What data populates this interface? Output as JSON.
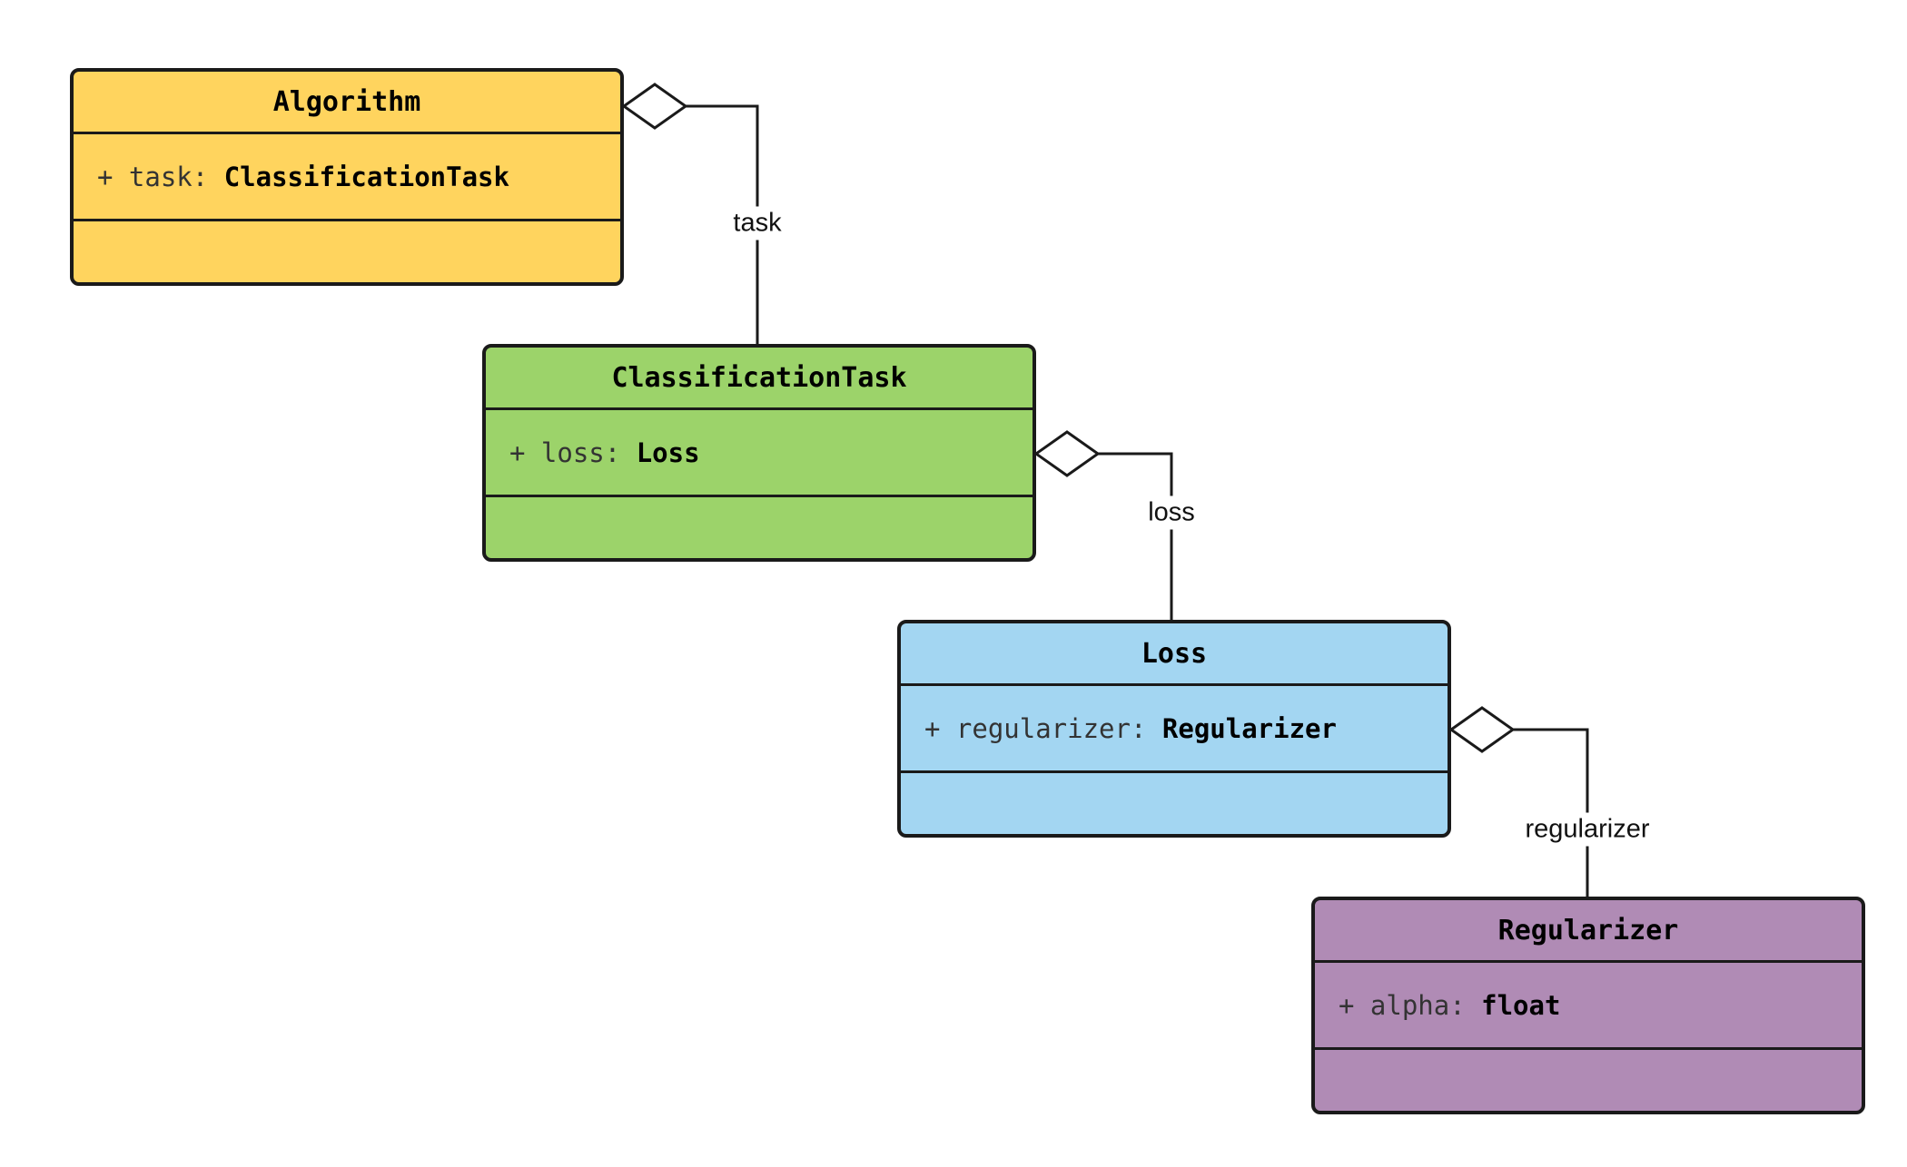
{
  "diagram": {
    "type": "uml-class-diagram",
    "stroke_color": "#1a1a1a",
    "background_color": "#ffffff",
    "classes": {
      "algorithm": {
        "name": "Algorithm",
        "attribute_prefix": "+ task: ",
        "attribute_type": "ClassificationTask",
        "fill": "#FFD45E"
      },
      "classification_task": {
        "name": "ClassificationTask",
        "attribute_prefix": "+ loss: ",
        "attribute_type": "Loss",
        "fill": "#9CD36A"
      },
      "loss": {
        "name": "Loss",
        "attribute_prefix": "+ regularizer: ",
        "attribute_type": "Regularizer",
        "fill": "#A3D6F2"
      },
      "regularizer": {
        "name": "Regularizer",
        "attribute_prefix": "+ alpha: ",
        "attribute_type": "float",
        "fill": "#B08BB5"
      }
    },
    "relations": {
      "task": {
        "label": "task",
        "kind": "aggregation",
        "from": "Algorithm",
        "to": "ClassificationTask"
      },
      "loss": {
        "label": "loss",
        "kind": "aggregation",
        "from": "ClassificationTask",
        "to": "Loss"
      },
      "regularizer": {
        "label": "regularizer",
        "kind": "aggregation",
        "from": "Loss",
        "to": "Regularizer"
      }
    }
  }
}
